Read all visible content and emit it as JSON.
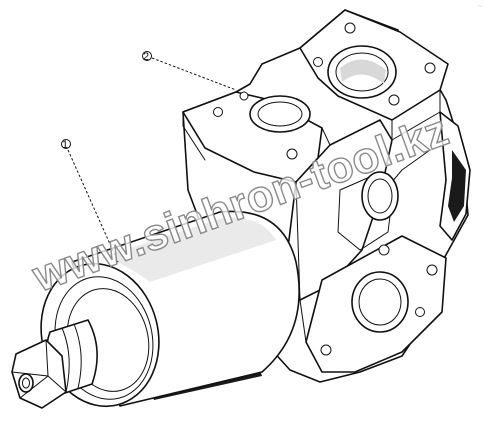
{
  "callouts": {
    "part_1": "1",
    "part_2": "2"
  },
  "watermark": {
    "text": "www.sinhron-tool.kz"
  },
  "corner_mark": "~"
}
